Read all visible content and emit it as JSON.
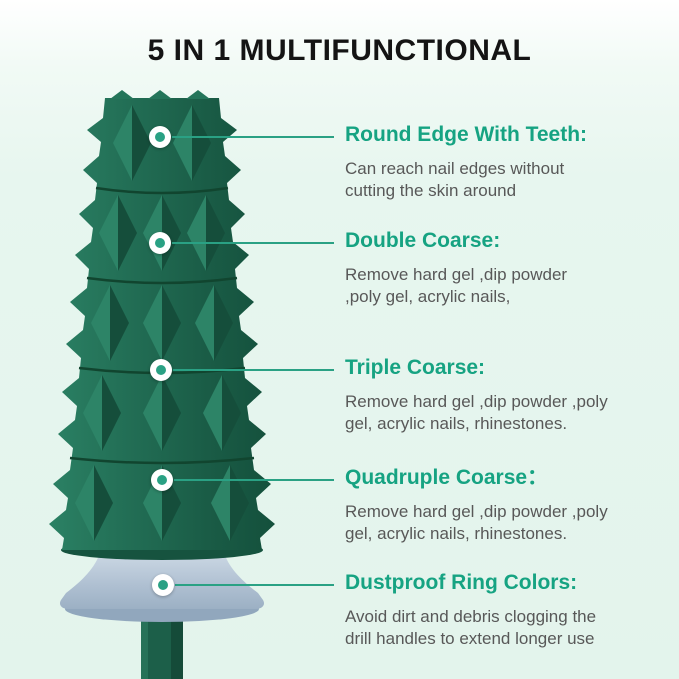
{
  "title": "5 IN 1 MULTIFUNCTIONAL",
  "colors": {
    "accent": "#2aa184",
    "heading": "#16a382",
    "title_text": "#141414",
    "description_text": "#585858",
    "drill_green": "#206e54",
    "dustproof_ring": "#aebfd1",
    "background": "#e6f6ef"
  },
  "callouts": [
    {
      "heading": "Round Edge With Teeth:",
      "lines": [
        "Can reach nail edges without",
        "cutting the skin around"
      ]
    },
    {
      "heading": "Double Coarse:",
      "lines": [
        "Remove hard gel ,dip powder",
        ",poly gel, acrylic nails,"
      ]
    },
    {
      "heading": "Triple Coarse:",
      "lines": [
        "Remove hard gel ,dip powder ,poly",
        "gel, acrylic nails, rhinestones."
      ]
    },
    {
      "heading": "Quadruple Coarse：",
      "lines": [
        "Remove hard gel ,dip powder ,poly",
        "gel, acrylic nails, rhinestones."
      ]
    },
    {
      "heading": "Dustproof Ring Colors:",
      "lines": [
        "Avoid dirt and debris clogging the",
        "drill handles to extend longer use"
      ]
    }
  ]
}
